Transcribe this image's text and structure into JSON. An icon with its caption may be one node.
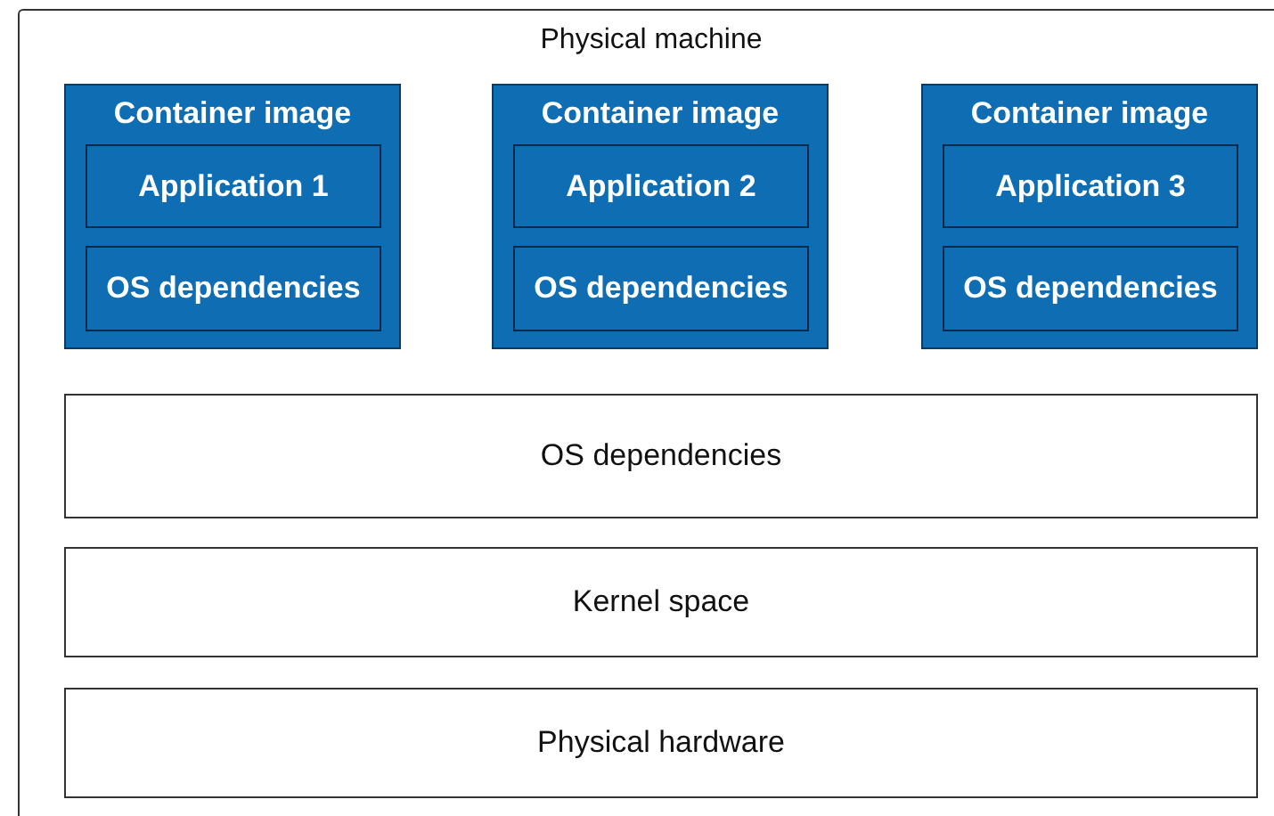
{
  "diagram": {
    "nodes": [
      {
        "text": [
          "Physical machine"
        ]
      },
      {
        "text": [
          "Container image"
        ],
        "in": 0
      },
      {
        "text": [
          "Application 1"
        ],
        "in": 1
      },
      {
        "text": [
          "OS dependencies"
        ],
        "in": 1
      },
      {
        "text": [
          "Container image"
        ],
        "in": 0
      },
      {
        "text": [
          "Application 2"
        ],
        "in": 4
      },
      {
        "text": [
          "OS dependencies"
        ],
        "in": 4
      },
      {
        "text": [
          "Container image"
        ],
        "in": 0
      },
      {
        "text": [
          "Application 3"
        ],
        "in": 7
      },
      {
        "text": [
          "OS dependencies"
        ],
        "in": 7
      },
      {
        "text": [
          "OS dependencies"
        ],
        "in": 0
      },
      {
        "text": [
          "Kernel space"
        ],
        "in": 0
      },
      {
        "text": [
          "Physical hardware"
        ],
        "in": 0
      }
    ],
    "edges": []
  }
}
